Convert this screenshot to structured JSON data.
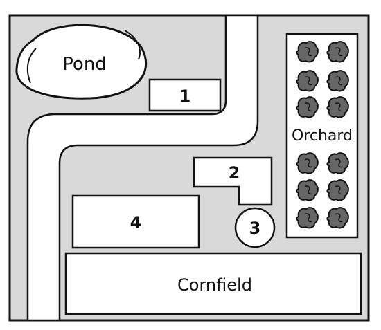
{
  "map": {
    "background_color": "#d9d9d9",
    "outline_color": "#111111",
    "fill_light": "#ffffff",
    "tree_color": "#666666",
    "labels": {
      "pond": "Pond",
      "building_1": "1",
      "building_2": "2",
      "building_3": "3",
      "building_4": "4",
      "orchard": "Orchard",
      "cornfield": "Cornfield"
    },
    "features": [
      "pond",
      "road",
      "building-1",
      "building-2",
      "round-building-3",
      "building-4",
      "orchard",
      "cornfield"
    ],
    "icons": {
      "tree": "tree-icon"
    },
    "orchard_trees": {
      "columns": 2,
      "rows_above_label": 3,
      "rows_below_label": 3
    }
  }
}
